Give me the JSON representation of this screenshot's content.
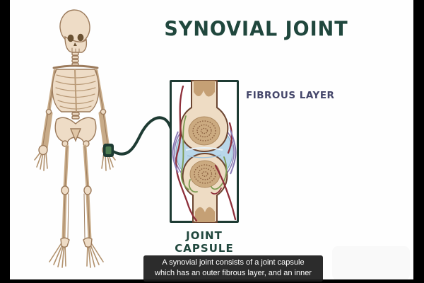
{
  "title": {
    "text": "SYNOVIAL JOINT",
    "color": "#20473d"
  },
  "labels": {
    "fibrous_layer": {
      "text": "FIBROUS LAYER",
      "color": "#44466a"
    },
    "joint_capsule": {
      "line1": "JOINT",
      "line2": "CAPSULE",
      "color": "#20473d"
    }
  },
  "caption": {
    "line1": "A synovial joint consists of a joint capsule",
    "line2": "which has an outer fibrous layer, and an inner",
    "background": "#1c1c1c",
    "text_color": "#ffffff"
  },
  "illustration": {
    "scene": "cartoon human skeleton, front view, with zoom inset of a synovial joint cross-section",
    "inset": {
      "border_color": "#1e3b33",
      "connector_color": "#1e3b33",
      "anchor_point": "right-hand knuckle joint",
      "contents": [
        "bone shafts",
        "spongy epiphyses",
        "joint cavity",
        "capsule",
        "blood vessels",
        "nerves"
      ]
    },
    "colors": {
      "bone_light": "#eedcc6",
      "bone_outline": "#9c7b5c",
      "epiphysis_tan": "#cbaa80",
      "stipple_brown": "#8a5f3f",
      "joint_cavity_blue": "#b9d7ea",
      "capsule_purple": "#8b7cb5",
      "vessel_red": "#8e2f3a",
      "nerve_green": "#7c9b52"
    }
  },
  "frame": {
    "pillarbox_color": "#000000",
    "background": "#fefefe"
  }
}
